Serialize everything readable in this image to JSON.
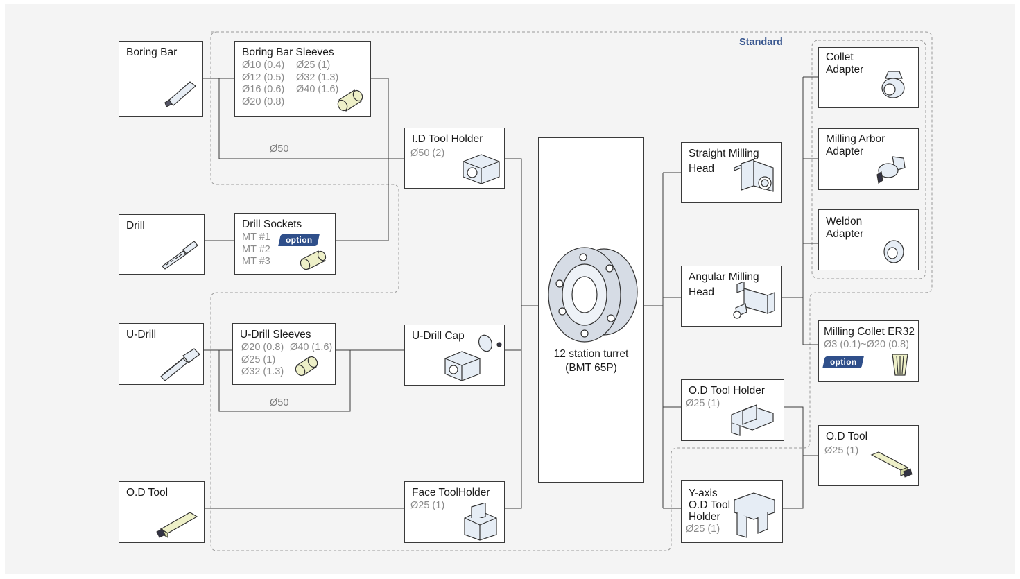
{
  "diagram": {
    "standard_label": "Standard",
    "turret": {
      "line1": "12 station turret",
      "line2": "(BMT 65P)"
    },
    "wire_labels": {
      "boring_bar_diameter": "Ø50",
      "udrill_diameter": "Ø50"
    },
    "badge_label": "option",
    "tools_left": {
      "boring_bar": {
        "title": "Boring Bar"
      },
      "drill": {
        "title": "Drill"
      },
      "u_drill": {
        "title": "U-Drill"
      },
      "od_tool": {
        "title": "O.D Tool"
      }
    },
    "sleeves": {
      "boring_bar_sleeves": {
        "title": "Boring Bar Sleeves",
        "col1": [
          "Ø10 (0.4)",
          "Ø12 (0.5)",
          "Ø16 (0.6)",
          "Ø20 (0.8)"
        ],
        "col2": [
          "Ø25 (1)",
          "Ø32 (1.3)",
          "Ø40 (1.6)"
        ]
      },
      "drill_sockets": {
        "title": "Drill Sockets",
        "items": [
          "MT #1",
          "MT #2",
          "MT #3"
        ]
      },
      "udrill_sleeves": {
        "title": "U-Drill Sleeves",
        "col1": [
          "Ø20 (0.8)",
          "Ø25 (1)",
          "Ø32 (1.3)"
        ],
        "col2": [
          "Ø40 (1.6)"
        ]
      }
    },
    "holders_left": {
      "id_tool_holder": {
        "title": "I.D Tool Holder",
        "spec": "Ø50 (2)"
      },
      "udrill_cap": {
        "title": "U-Drill Cap"
      },
      "face_toolholder": {
        "title": "Face ToolHolder",
        "spec": "Ø25 (1)"
      }
    },
    "holders_right": {
      "straight_milling_head": {
        "line1": "Straight Milling",
        "line2": "Head"
      },
      "angular_milling_head": {
        "line1": "Angular Milling",
        "line2": "Head"
      },
      "od_tool_holder": {
        "title": "O.D Tool Holder",
        "spec": "Ø25 (1)"
      },
      "yaxis_od_tool_holder": {
        "line1": "Y-axis",
        "line2": "O.D Tool",
        "line3": "Holder",
        "spec": "Ø25 (1)"
      }
    },
    "adapters": {
      "collet_adapter": {
        "line1": "Collet",
        "line2": "Adapter"
      },
      "milling_arbor_adapter": {
        "line1": "Milling Arbor",
        "line2": "Adapter"
      },
      "weldon_adapter": {
        "line1": "Weldon",
        "line2": "Adapter"
      },
      "milling_collet": {
        "title": "Milling Collet ER32",
        "spec": "Ø3 (0.1)~Ø20 (0.8)"
      },
      "od_tool_right": {
        "title": "O.D Tool",
        "spec": "Ø25 (1)"
      }
    }
  }
}
